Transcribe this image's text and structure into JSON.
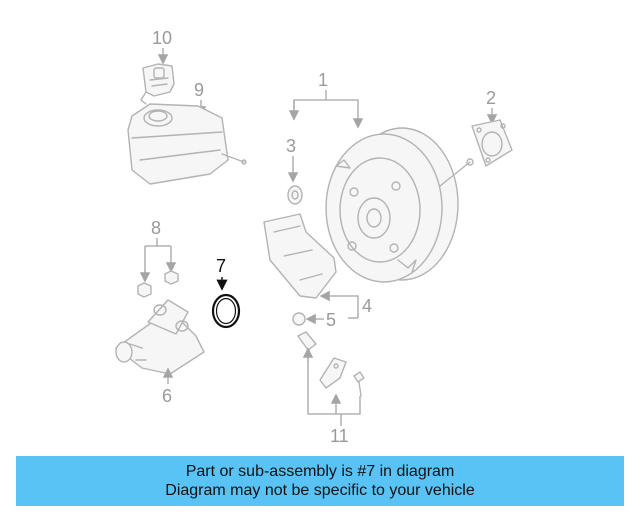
{
  "diagram": {
    "highlighted_part": "7",
    "callouts": {
      "c1": "1",
      "c2": "2",
      "c3": "3",
      "c4": "4",
      "c5": "5",
      "c6": "6",
      "c7": "7",
      "c8": "8",
      "c9": "9",
      "c10": "10",
      "c11": "11"
    }
  },
  "banner": {
    "line1": "Part or sub-assembly is #7 in diagram",
    "line2": "Diagram may not be specific to your vehicle"
  },
  "colors": {
    "banner_bg": "#59c3f5",
    "highlight": "#111111",
    "part_stroke": "#b3b3b3"
  }
}
